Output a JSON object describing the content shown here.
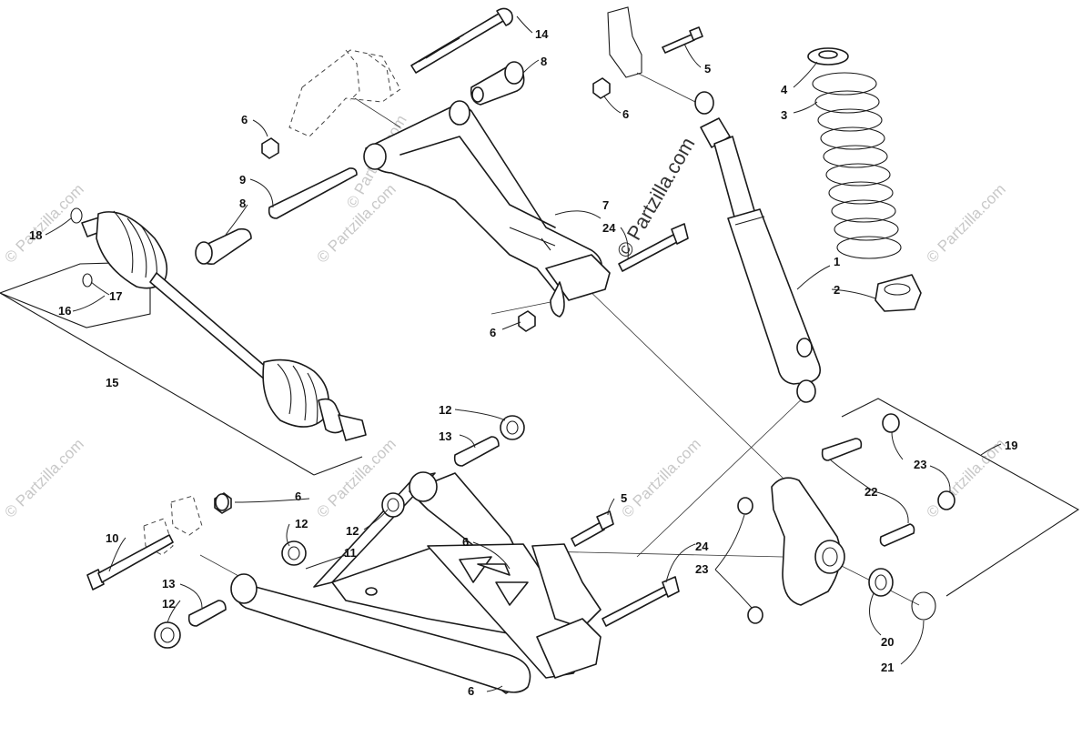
{
  "watermark": {
    "text": "© Partzilla.com",
    "text_strong": "© Partzilla.com"
  },
  "callouts": {
    "c1": "1",
    "c2": "2",
    "c3": "3",
    "c4": "4",
    "c5a": "5",
    "c5b": "5",
    "c6a": "6",
    "c6b": "6",
    "c6c": "6",
    "c6d": "6",
    "c6e": "6",
    "c6f": "6",
    "c7": "7",
    "c8a": "8",
    "c8b": "8",
    "c9": "9",
    "c10": "10",
    "c11": "11",
    "c12a": "12",
    "c12b": "12",
    "c12c": "12",
    "c12d": "12",
    "c13a": "13",
    "c13b": "13",
    "c14": "14",
    "c15": "15",
    "c16": "16",
    "c17": "17",
    "c18": "18",
    "c19": "19",
    "c20": "20",
    "c21": "21",
    "c22": "22",
    "c23a": "23",
    "c23b": "23",
    "c24a": "24",
    "c24b": "24"
  }
}
